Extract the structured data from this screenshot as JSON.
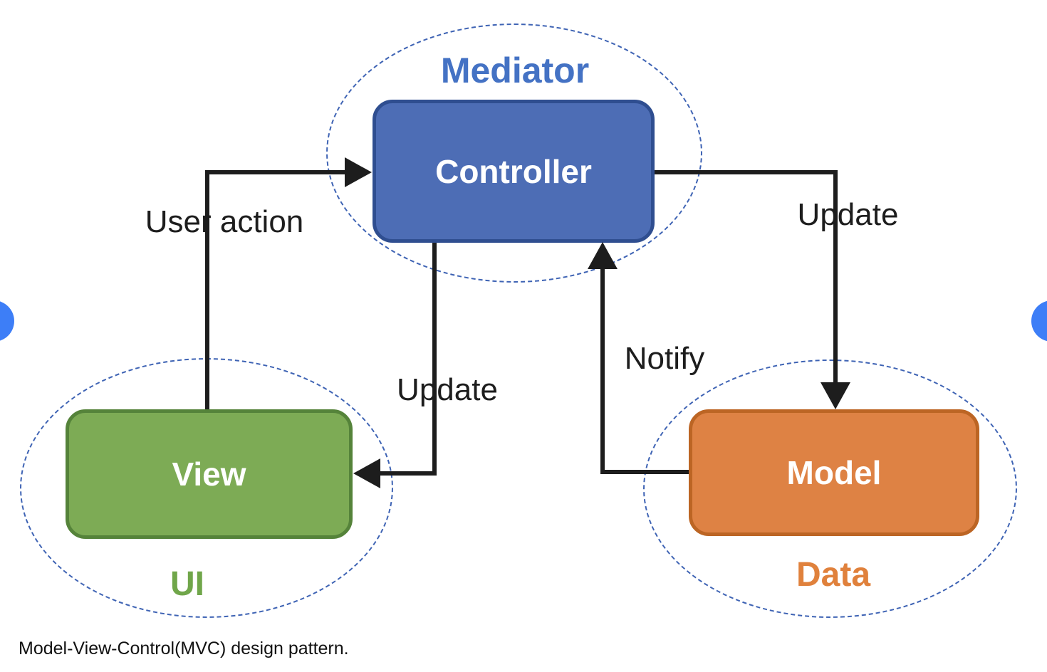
{
  "figure": {
    "caption": "Model-View-Control(MVC) design pattern."
  },
  "diagram": {
    "nodes": {
      "controller": {
        "label": "Controller",
        "zone_label": "Mediator",
        "fill": "#4d6db5",
        "border": "#2f4e90",
        "zone_text_color": "#4472c4"
      },
      "view": {
        "label": "View",
        "zone_label": "UI",
        "fill": "#7dab55",
        "border": "#55833a",
        "zone_text_color": "#70a64a"
      },
      "model": {
        "label": "Model",
        "zone_label": "Data",
        "fill": "#de8244",
        "border": "#bc6524",
        "zone_text_color": "#e0813c"
      }
    },
    "edges": {
      "user_action": {
        "label": "User action",
        "from": "View",
        "to": "Controller"
      },
      "update_view": {
        "label": "Update",
        "from": "Controller",
        "to": "View"
      },
      "notify": {
        "label": "Notify",
        "from": "Model",
        "to": "Controller"
      },
      "update_model": {
        "label": "Update",
        "from": "Controller",
        "to": "Model"
      }
    },
    "ellipse_color": "#3e63b4",
    "arrow_color": "#1d1d1d"
  },
  "nav": {
    "prev_glyph": "‹",
    "next_glyph": "›",
    "button_color": "#3d7ef7"
  }
}
